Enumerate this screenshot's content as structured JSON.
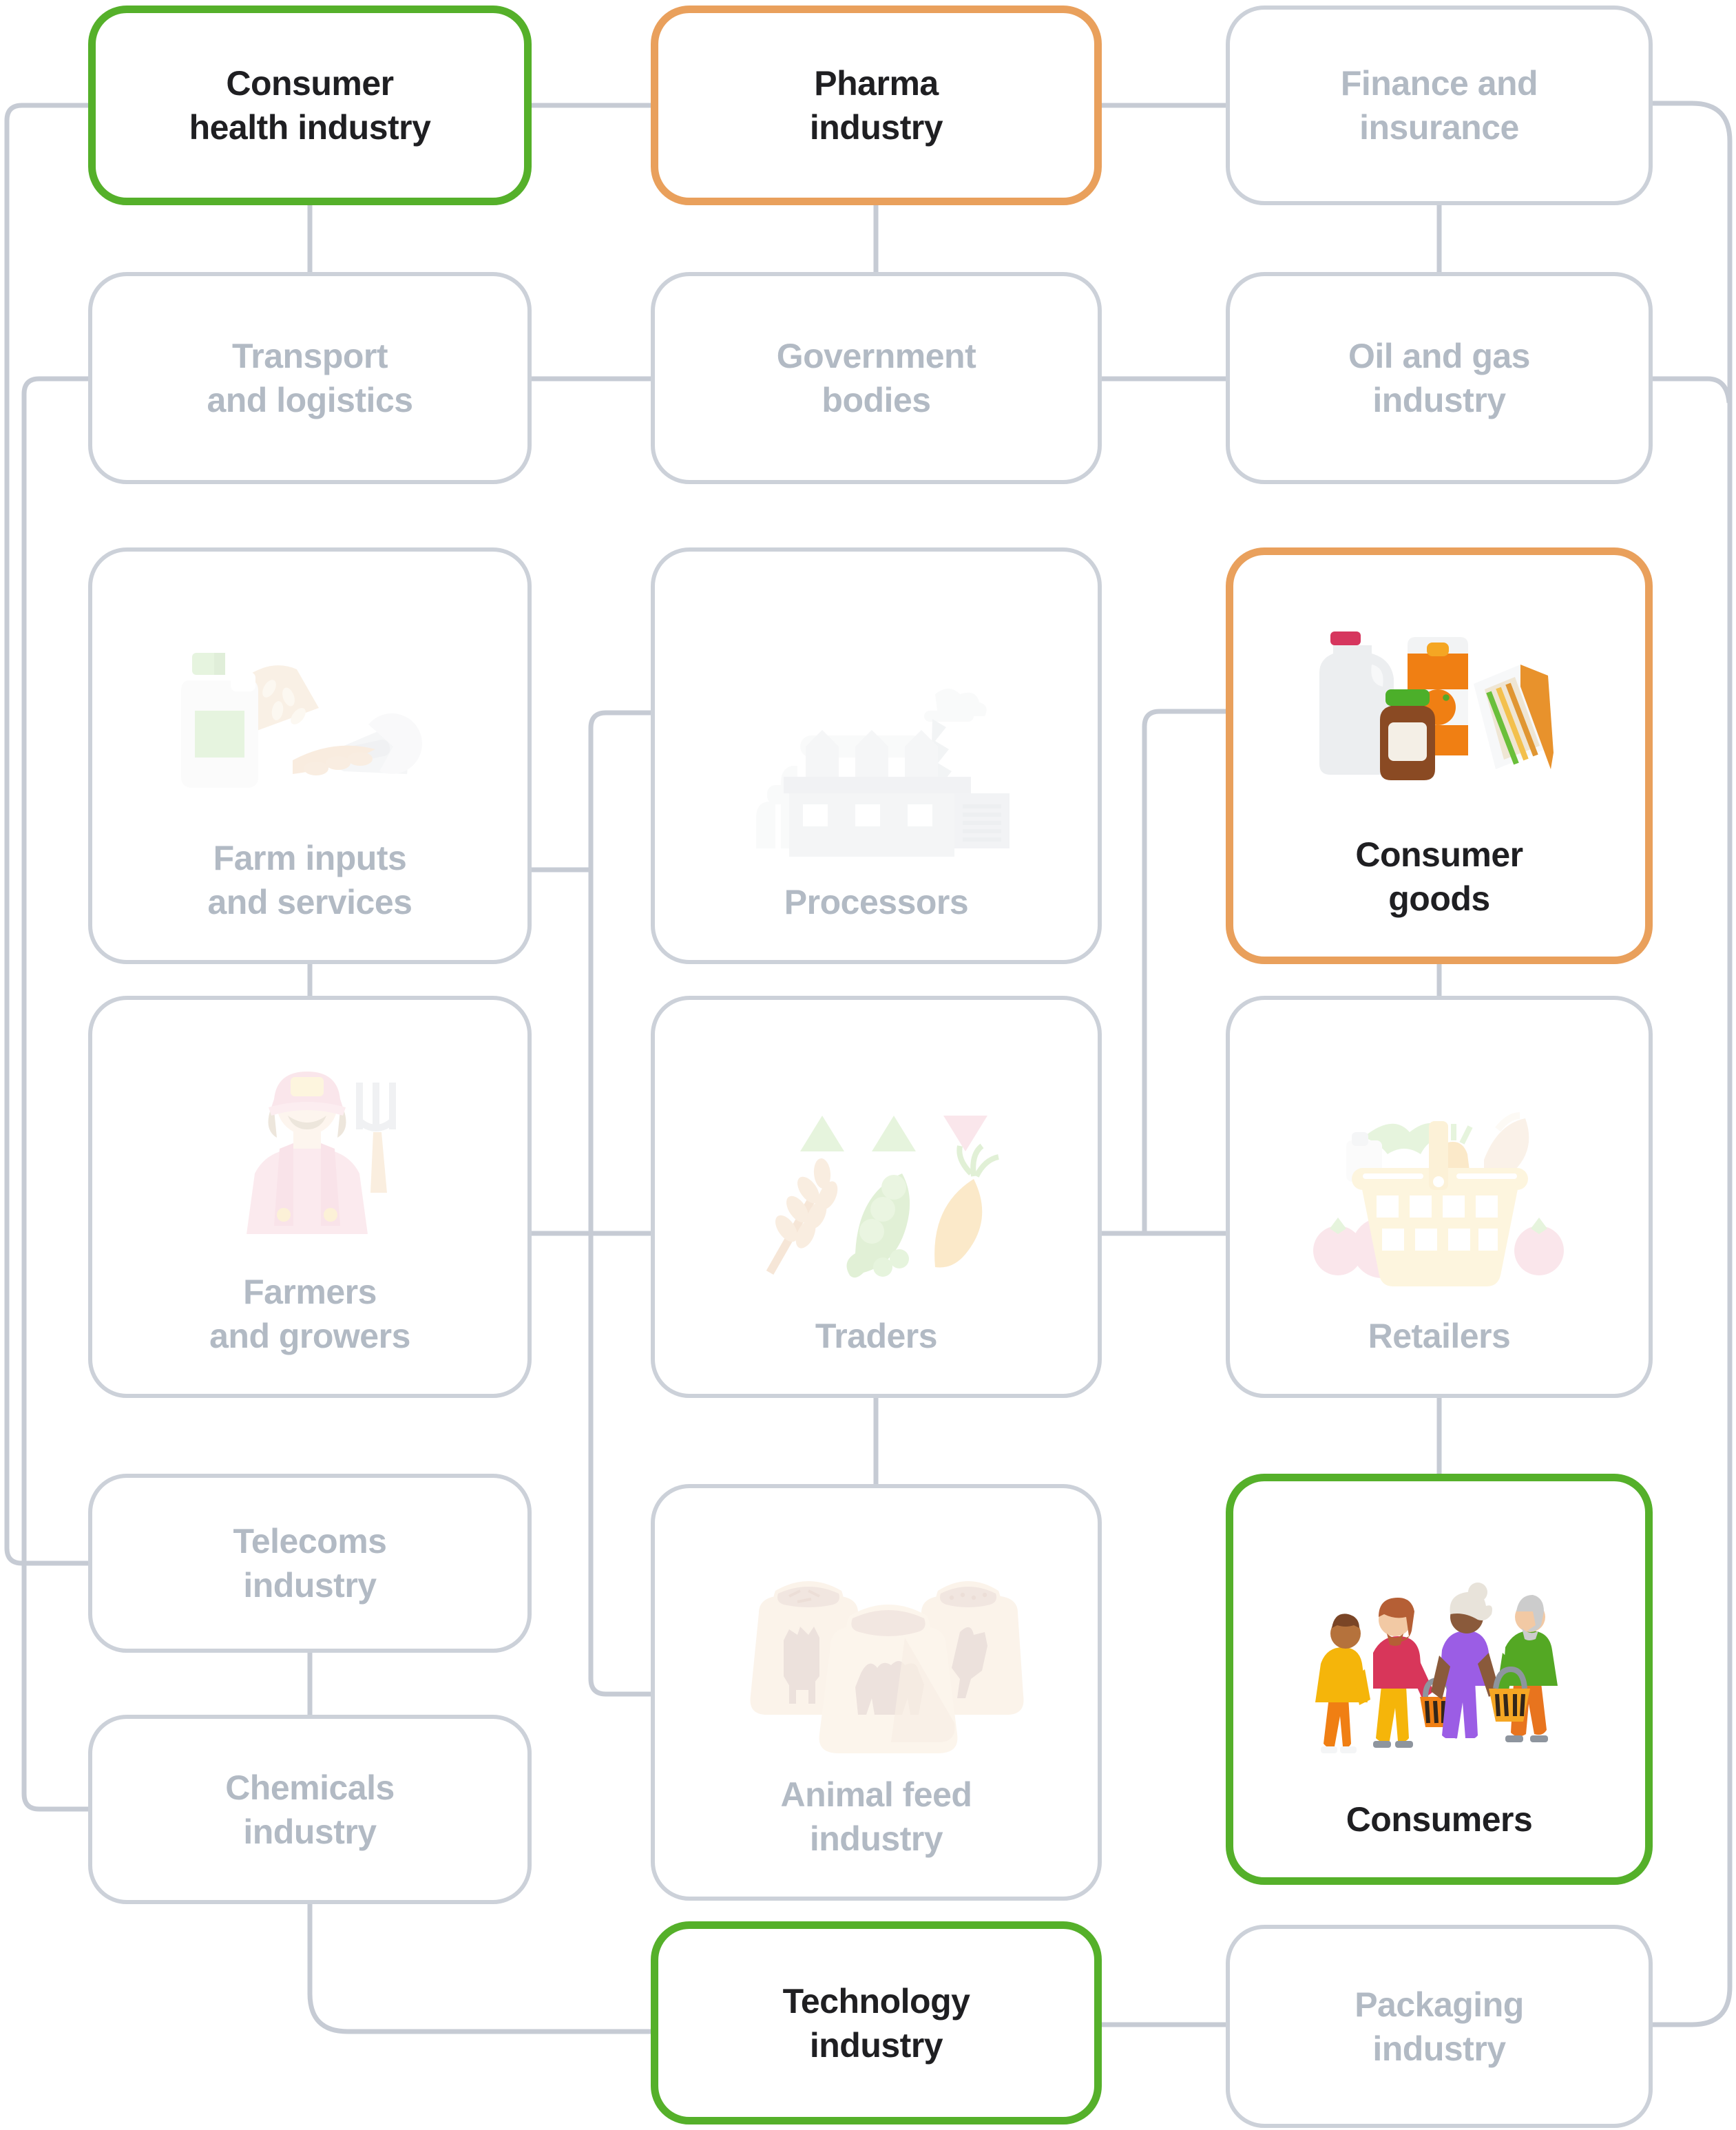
{
  "diagram": {
    "description": "Food industry ecosystem map",
    "colors": {
      "highlight_green": "#55b02a",
      "highlight_orange": "#e9a05c",
      "wire_gray": "#c6cbd4",
      "inactive_border": "#ccd1d9",
      "inactive_text": "#b2bac4",
      "active_text": "#1f1f22",
      "background": "#ffffff"
    },
    "nodes": [
      {
        "id": "consumer-health",
        "label": "Consumer\nhealth industry",
        "state": "highlighted-green"
      },
      {
        "id": "pharma",
        "label": "Pharma\nindustry",
        "state": "highlighted-orange"
      },
      {
        "id": "finance",
        "label": "Finance and\ninsurance",
        "state": "inactive"
      },
      {
        "id": "transport",
        "label": "Transport\nand logistics",
        "state": "inactive"
      },
      {
        "id": "government",
        "label": "Government\nbodies",
        "state": "inactive"
      },
      {
        "id": "oil-gas",
        "label": "Oil and gas\nindustry",
        "state": "inactive"
      },
      {
        "id": "farm-inputs",
        "label": "Farm inputs\nand services",
        "state": "inactive",
        "icon": "farm-supplies-icon"
      },
      {
        "id": "processors",
        "label": "Processors",
        "state": "inactive",
        "icon": "factory-icon"
      },
      {
        "id": "consumer-goods",
        "label": "Consumer\ngoods",
        "state": "highlighted-orange",
        "icon": "grocery-products-icon"
      },
      {
        "id": "farmers",
        "label": "Farmers\nand growers",
        "state": "inactive",
        "icon": "farmer-icon"
      },
      {
        "id": "traders",
        "label": "Traders",
        "state": "inactive",
        "icon": "crops-trading-icon"
      },
      {
        "id": "retailers",
        "label": "Retailers",
        "state": "inactive",
        "icon": "shopping-basket-icon"
      },
      {
        "id": "telecoms",
        "label": "Telecoms\nindustry",
        "state": "inactive"
      },
      {
        "id": "animal-feed",
        "label": "Animal feed\nindustry",
        "state": "inactive",
        "icon": "feed-sacks-icon"
      },
      {
        "id": "consumers",
        "label": "Consumers",
        "state": "highlighted-green",
        "icon": "shoppers-icon"
      },
      {
        "id": "chemicals",
        "label": "Chemicals\nindustry",
        "state": "inactive"
      },
      {
        "id": "technology",
        "label": "Technology\nindustry",
        "state": "highlighted-green"
      },
      {
        "id": "packaging",
        "label": "Packaging\nindustry",
        "state": "inactive"
      }
    ]
  }
}
